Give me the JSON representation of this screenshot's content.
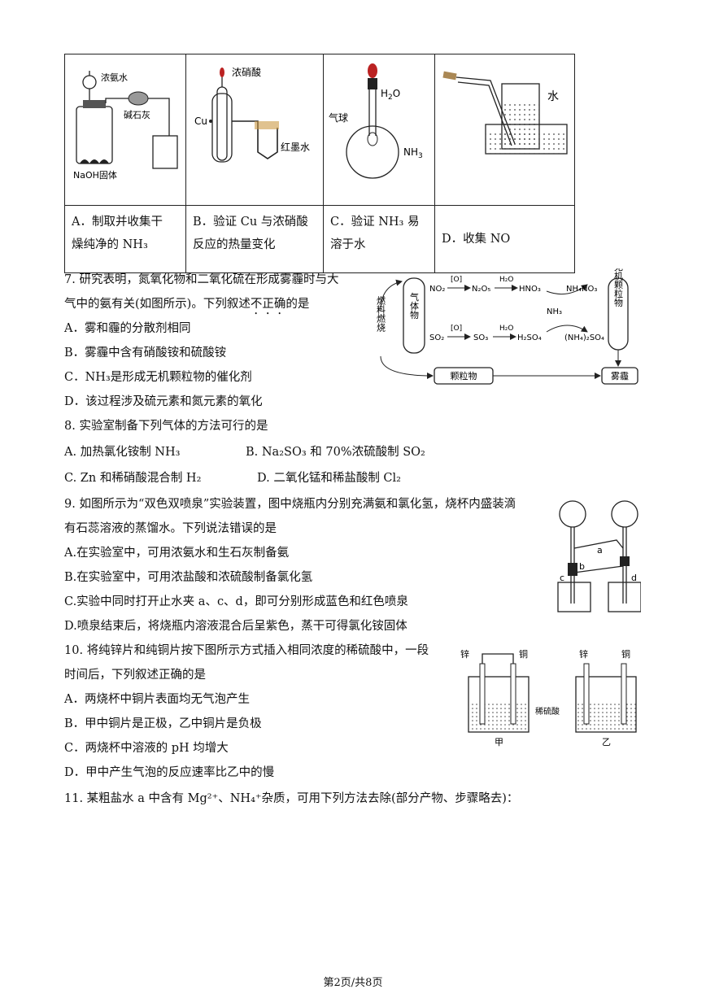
{
  "q6": {
    "images": {
      "a": {
        "label1": "浓氨水",
        "label2": "碱石灰",
        "label3": "NaOH固体"
      },
      "b": {
        "label1": "浓硝酸",
        "label2": "Cu",
        "label3": "红墨水"
      },
      "c": {
        "label1": "H",
        "label1b": "O",
        "label2": "气球",
        "label3": "NH",
        "sub2": "2",
        "sub3": "3"
      },
      "d": {
        "label1": "水"
      }
    },
    "options": [
      {
        "line1": "A．制取并收集干",
        "line2": "燥纯净的 NH₃"
      },
      {
        "line1": "B．验证 Cu 与浓硝酸",
        "line2": "反应的热量变化"
      },
      {
        "line1": "C．验证 NH₃ 易",
        "line2": "溶于水"
      },
      {
        "line1": "D．收集 NO",
        "line2": ""
      }
    ]
  },
  "q7": {
    "stem1": "7. 研究表明，氮氧化物和二氧化硫在形成雾霾时与大",
    "stem2a": "气中的氨有关(如图所示)。下列叙述",
    "stem2b": "不正确",
    "stem2c": "的是",
    "A": "A．雾和霾的分散剂相同",
    "B": "B．雾霾中含有硝酸铵和硫酸铵",
    "C": "C．NH₃是形成无机颗粒物的催化剂",
    "D": "D．该过程涉及硫元素和氮元素的氧化",
    "diagram": {
      "fuel": "燃料燃烧",
      "gas": "气体物",
      "inorganic": "无机颗粒物",
      "particles": "颗粒物",
      "haze": "雾霾",
      "no2": "NO₂",
      "n2o5": "N₂O₅",
      "hno3": "HNO₃",
      "nh4no3": "NH₄NO₃",
      "so2": "SO₂",
      "so3": "SO₃",
      "h2so4": "H₂SO₄",
      "nh42so4": "(NH₄)₂SO₄",
      "o": "[O]",
      "h2o": "H₂O",
      "nh3": "NH₃"
    }
  },
  "q8": {
    "stem": "8. 实验室制备下列气体的方法可行的是",
    "A": "A. 加热氯化铵制 NH₃",
    "B": "B. Na₂SO₃ 和 70%浓硫酸制 SO₂",
    "C": "C. Zn 和稀硝酸混合制 H₂",
    "D": "D. 二氧化锰和稀盐酸制 Cl₂"
  },
  "q9": {
    "stem1": "9. 如图所示为“双色双喷泉”实验装置，图中烧瓶内分别充满氨和氯化氢，烧杯内盛装滴",
    "stem2": "有石蕊溶液的蒸馏水。下列说法错误的是",
    "A": "A.在实验室中，可用浓氨水和生石灰制备氨",
    "B": "B.在实验室中，可用浓盐酸和浓硫酸制备氯化氢",
    "C": "C.实验中同时打开止水夹 a、c、d，即可分别形成蓝色和红色喷泉",
    "D": "D.喷泉结束后，将烧瓶内溶液混合后呈紫色，蒸干可得氯化铵固体",
    "labels": {
      "a": "a",
      "b": "b",
      "c": "c",
      "d": "d"
    }
  },
  "q10": {
    "stem1": "10. 将纯锌片和纯铜片按下图所示方式插入相同浓度的稀硫酸中，一段",
    "stem2": "时间后，下列叙述正确的是",
    "A": "A．两烧杯中铜片表面均无气泡产生",
    "B": "B．甲中铜片是正极，乙中铜片是负极",
    "C": "C．两烧杯中溶液的 pH 均增大",
    "D": "D．甲中产生气泡的反应速率比乙中的慢",
    "labels": {
      "zn": "锌",
      "cu": "铜",
      "acid": "稀硫酸",
      "jia": "甲",
      "yi": "乙"
    }
  },
  "q11": {
    "stem": "11. 某粗盐水 a 中含有 Mg²⁺、NH₄⁺杂质，可用下列方法去除(部分产物、步骤略去)："
  },
  "footer": "第2页/共8页"
}
